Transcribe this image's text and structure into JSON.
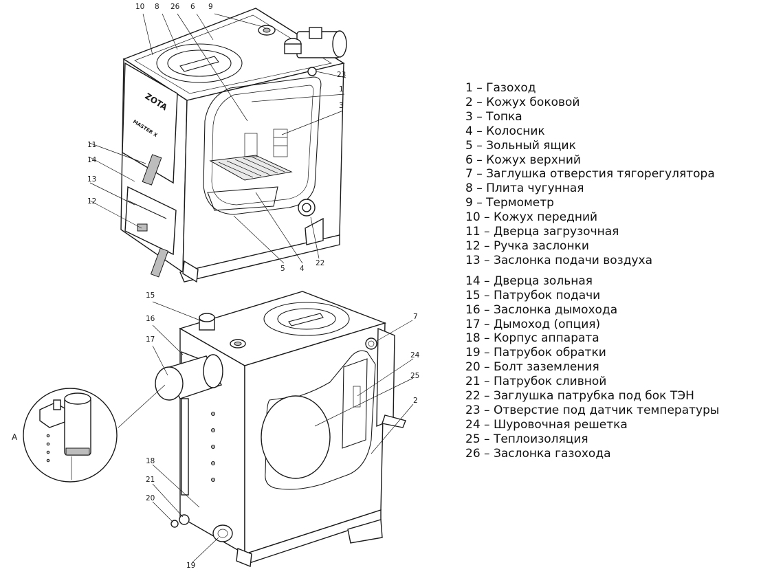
{
  "legend": [
    {
      "num": "1",
      "text": "1 – Газоход"
    },
    {
      "num": "2",
      "text": "2 – Кожух боковой"
    },
    {
      "num": "3",
      "text": "3 – Топка"
    },
    {
      "num": "4",
      "text": "4 – Колосник"
    },
    {
      "num": "5",
      "text": "5 – Зольный ящик"
    },
    {
      "num": "6",
      "text": "6 – Кожух верхний"
    },
    {
      "num": "7",
      "text": "7 – Заглушка отверстия тягорегулятора"
    },
    {
      "num": "8",
      "text": "8 – Плита чугунная"
    },
    {
      "num": "9",
      "text": "9 – Термометр"
    },
    {
      "num": "10",
      "text": "10 – Кожух передний"
    },
    {
      "num": "11",
      "text": "11 – Дверца загрузочная"
    },
    {
      "num": "12",
      "text": "12 – Ручка заслонки"
    },
    {
      "num": "13",
      "text": "13 – Заслонка подачи воздуха"
    },
    {
      "num": "14",
      "text": "14 – Дверца зольная"
    },
    {
      "num": "15",
      "text": "15 – Патрубок подачи"
    },
    {
      "num": "16",
      "text": "16 – Заслонка дымохода"
    },
    {
      "num": "17",
      "text": "17 – Дымоход (опция)"
    },
    {
      "num": "18",
      "text": "18 – Корпус аппарата"
    },
    {
      "num": "19",
      "text": "19 – Патрубок обратки"
    },
    {
      "num": "20",
      "text": "20 – Болт заземления"
    },
    {
      "num": "21",
      "text": "21 – Патрубок сливной"
    },
    {
      "num": "22",
      "text": "22 – Заглушка патрубка под бок ТЭН"
    },
    {
      "num": "23",
      "text": "23 – Отверстие под датчик температуры"
    },
    {
      "num": "24",
      "text": "24 – Шуровочная решетка"
    },
    {
      "num": "25",
      "text": "25 – Теплоизоляция"
    },
    {
      "num": "26",
      "text": "26 – Заслонка газохода"
    }
  ],
  "callouts": {
    "c1": "1",
    "c2": "2",
    "c3": "3",
    "c4": "4",
    "c5": "5",
    "c6": "6",
    "c7": "7",
    "c8": "8",
    "c9": "9",
    "c10": "10",
    "c11": "11",
    "c12": "12",
    "c13": "13",
    "c14": "14",
    "c15": "15",
    "c16": "16",
    "c17": "17",
    "c18": "18",
    "c19": "19",
    "c20": "20",
    "c21": "21",
    "c22": "22",
    "c23": "23",
    "c24": "24",
    "c25": "25",
    "c26": "26",
    "detail_a": "А"
  },
  "product_marks": {
    "brand": "ZOTA",
    "model": "MASTER X"
  }
}
